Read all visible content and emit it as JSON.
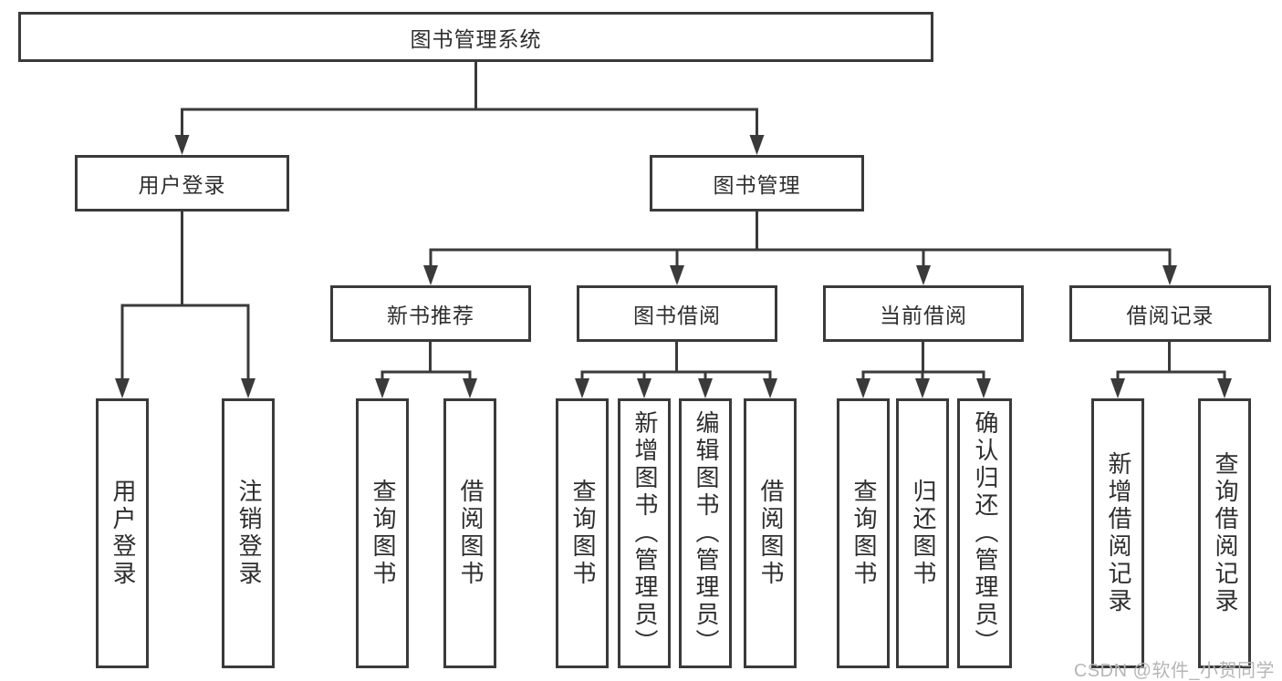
{
  "tree": {
    "root": {
      "label": "图书管理系统"
    },
    "branches": [
      {
        "label": "用户登录",
        "children": [
          {
            "label": "用户登录"
          },
          {
            "label": "注销登录"
          }
        ]
      },
      {
        "label": "图书管理",
        "groups": [
          {
            "label": "新书推荐",
            "children": [
              {
                "label": "查询图书"
              },
              {
                "label": "借阅图书"
              }
            ]
          },
          {
            "label": "图书借阅",
            "children": [
              {
                "label": "查询图书"
              },
              {
                "label": "新增图书（管理员）"
              },
              {
                "label": "编辑图书（管理员）"
              },
              {
                "label": "借阅图书"
              }
            ]
          },
          {
            "label": "当前借阅",
            "children": [
              {
                "label": "查询图书"
              },
              {
                "label": "归还图书"
              },
              {
                "label": "确认归还（管理员）"
              }
            ]
          },
          {
            "label": "借阅记录",
            "children": [
              {
                "label": "新增借阅记录"
              },
              {
                "label": "查询借阅记录"
              }
            ]
          }
        ]
      }
    ]
  },
  "watermark": "CSDN @软件_小贺同学",
  "colors": {
    "line": "#3a3a3a",
    "text": "#2e2e2e",
    "watermark": "#b6b6b6",
    "background": "#ffffff"
  }
}
